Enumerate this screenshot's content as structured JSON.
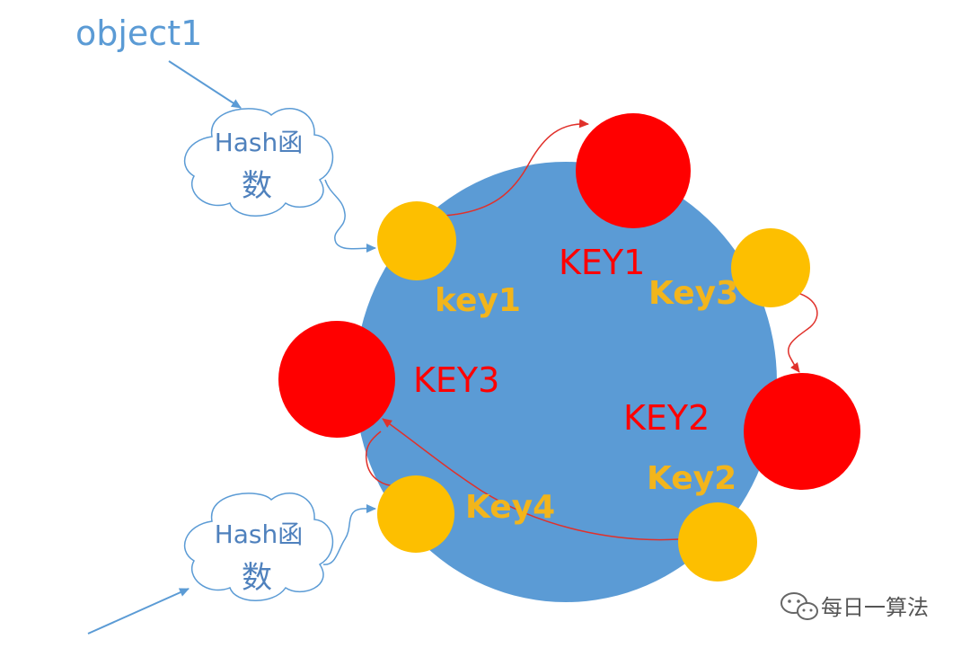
{
  "labels": {
    "object": "object1",
    "hash_top_line1": "Hash函",
    "hash_top_line2": "数",
    "hash_bottom_line1": "Hash函",
    "hash_bottom_line2": "数",
    "server_key1": "KEY1",
    "server_key2": "KEY2",
    "server_key3": "KEY3",
    "node_key1": "key1",
    "node_key2": "Key2",
    "node_key3": "Key3",
    "node_key4": "Key4",
    "watermark": "每日一算法"
  },
  "colors": {
    "ring": "#5b9bd5",
    "server_node": "#ff0000",
    "key_node": "#fdbf00",
    "object_arrow": "#5b9bd5",
    "mapping_arrow": "#e0312b"
  },
  "icons": {
    "watermark": "wechat-icon"
  }
}
